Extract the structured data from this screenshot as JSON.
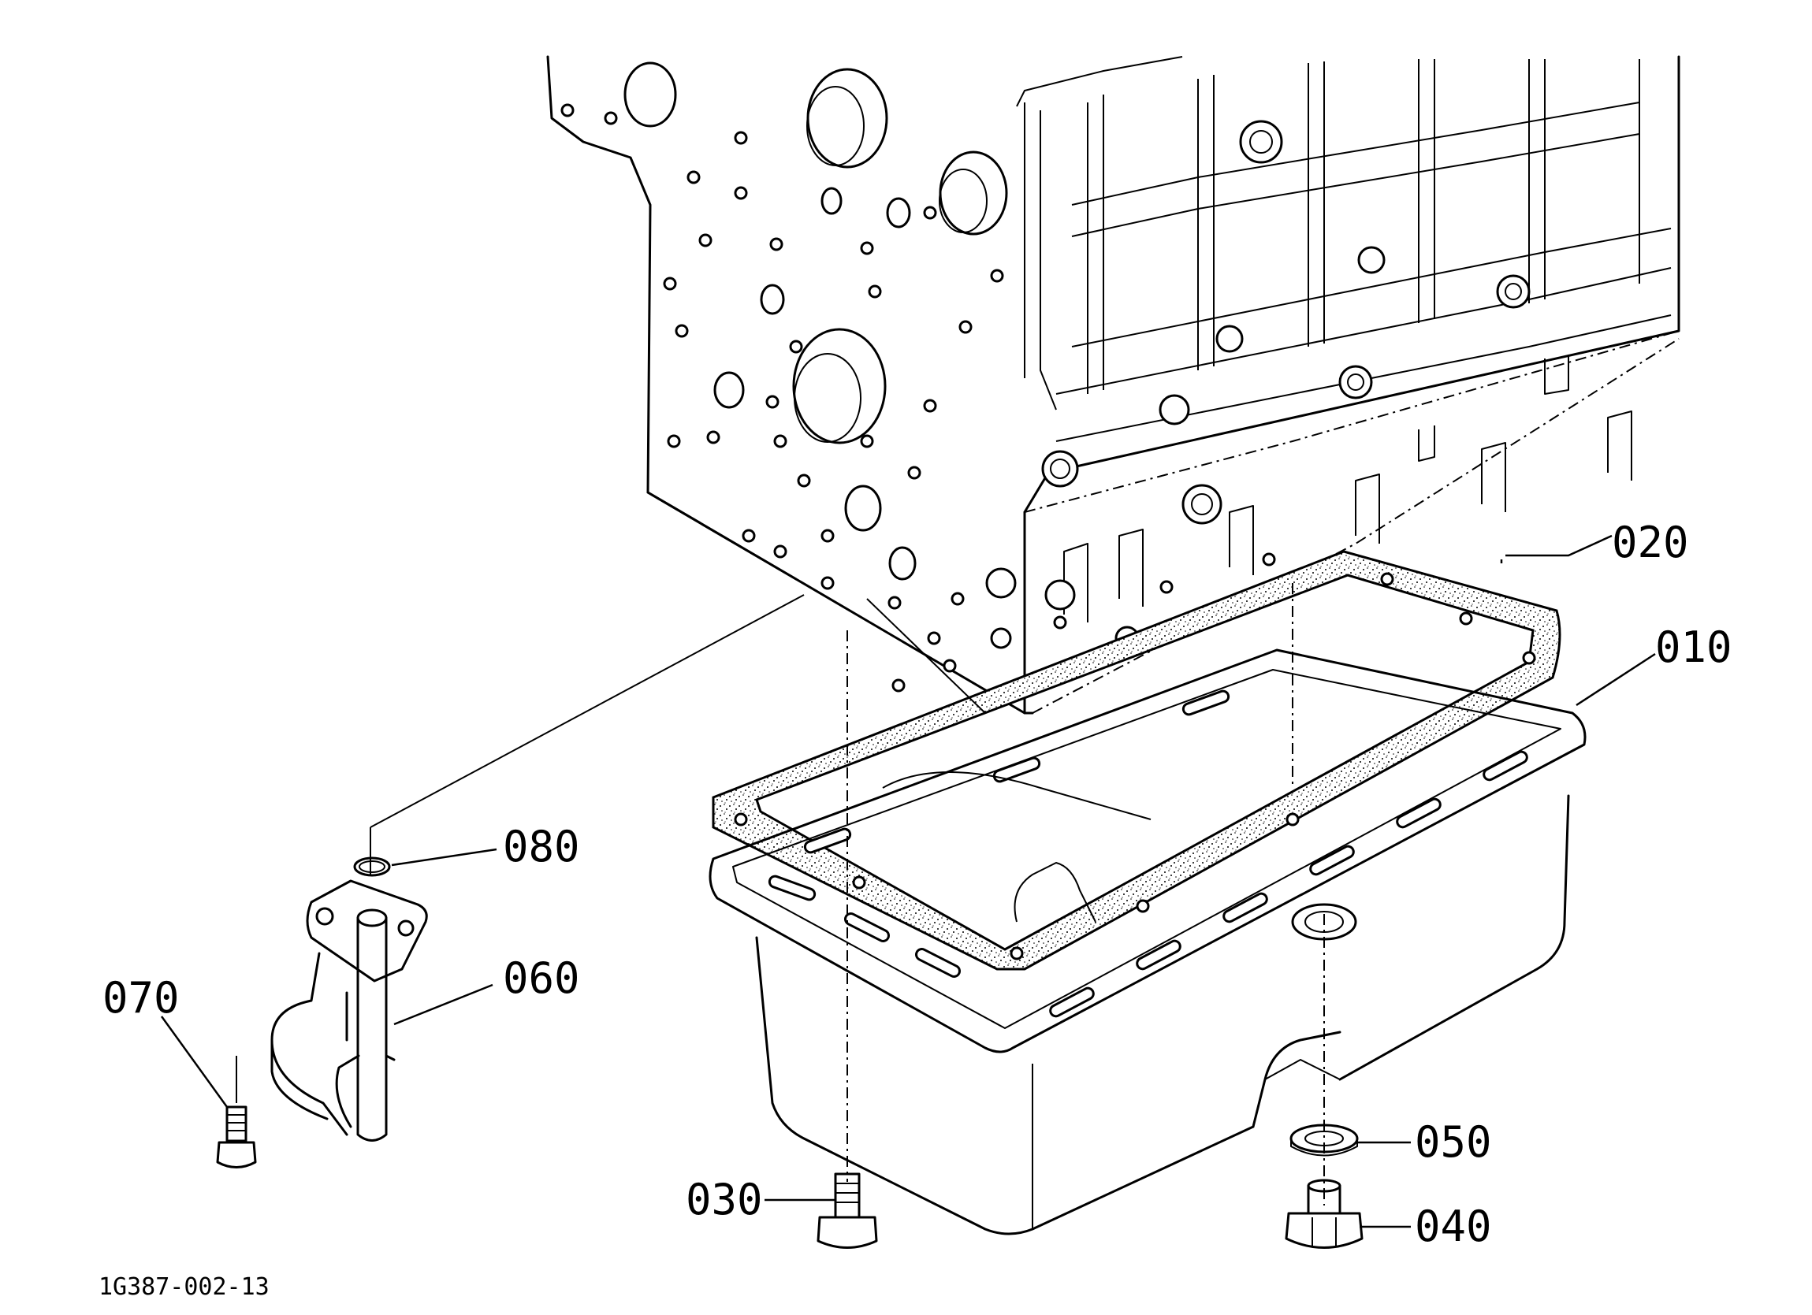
{
  "figure": {
    "reference_code": "1G387-002-13"
  },
  "callouts": [
    {
      "id": "020",
      "label": "020"
    },
    {
      "id": "010",
      "label": "010"
    },
    {
      "id": "080",
      "label": "080"
    },
    {
      "id": "060",
      "label": "060"
    },
    {
      "id": "070",
      "label": "070"
    },
    {
      "id": "050",
      "label": "050"
    },
    {
      "id": "030",
      "label": "030"
    },
    {
      "id": "040",
      "label": "040"
    }
  ],
  "colors": {
    "line": "#000000",
    "background": "#ffffff"
  }
}
